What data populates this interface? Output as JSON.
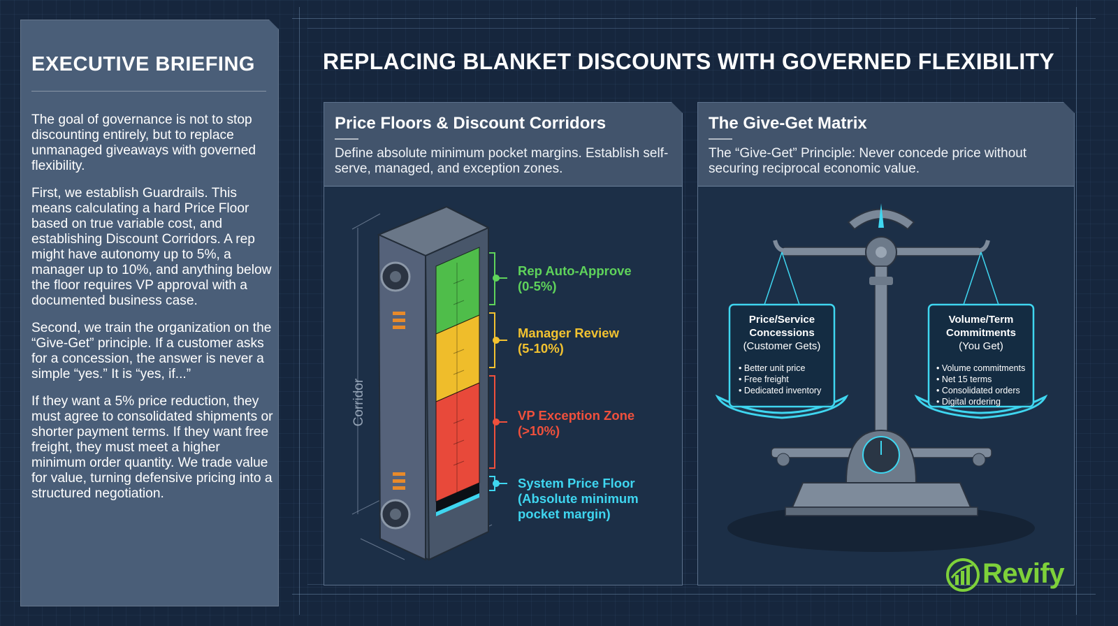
{
  "briefing": {
    "title": "EXECUTIVE BRIEFING",
    "paragraphs": [
      "The goal of governance is not to stop discounting entirely, but to replace unmanaged giveaways with governed flexibility.",
      "First, we establish Guardrails. This means calculating a hard Price Floor based on true variable cost, and establishing Discount Corridors. A rep might have autonomy up to 5%, a manager up to 10%, and anything below the floor requires VP approval with a documented business case.",
      "Second, we train the organization on the “Give-Get” principle. If a customer asks for a concession, the answer is never a simple “yes.” It is “yes, if...”",
      "If they want a 5% price reduction, they must agree to consolidated shipments or shorter payment terms. If they want free freight, they must meet a higher minimum order quantity. We trade value for value, turning defensive pricing into a structured negotiation."
    ]
  },
  "main": {
    "title": "REPLACING BLANKET DISCOUNTS WITH GOVERNED FLEXIBILITY"
  },
  "corridor_card": {
    "title": "Price Floors & Discount Corridors",
    "description": "Define absolute minimum pocket margins. Establish self-serve, managed, and exception zones.",
    "axis_label": "Corridor",
    "zones": [
      {
        "line1": "Rep Auto-Approve",
        "line2": "(0-5%)",
        "color": "#5fd35b"
      },
      {
        "line1": "Manager Review",
        "line2": "(5-10%)",
        "color": "#f2c230"
      },
      {
        "line1": "VP Exception Zone",
        "line2": "(>10%)",
        "color": "#f0503c"
      },
      {
        "line1": "System Price Floor",
        "line2": "(Absolute minimum",
        "line3": "pocket margin)",
        "color": "#3fd6f0"
      }
    ]
  },
  "givget_card": {
    "title": "The Give-Get Matrix",
    "description": "The “Give-Get” Principle: Never concede price without securing reciprocal economic value.",
    "left_pan": {
      "title1": "Price/Service",
      "title2": "Concessions",
      "subtitle": "(Customer Gets)",
      "items": [
        "Better unit price",
        "Free freight",
        "Dedicated inventory"
      ]
    },
    "right_pan": {
      "title1": "Volume/Term",
      "title2": "Commitments",
      "subtitle": "(You Get)",
      "items": [
        "Volume commitments",
        "Net 15 terms",
        "Consolidated orders",
        "Digital ordering"
      ]
    }
  },
  "logo": {
    "text": "Revify",
    "color": "#7ed13a"
  },
  "colors": {
    "background": "#16263d",
    "panel": "#4a5e78",
    "card_head": "#42546c",
    "accent_cyan": "#3fd6f0"
  }
}
